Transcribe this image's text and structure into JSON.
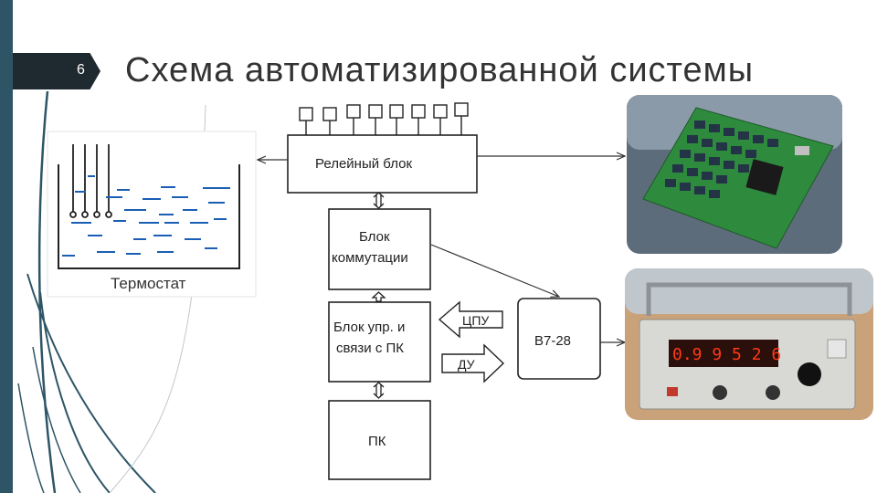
{
  "slide": {
    "number": "6",
    "title": "Схема автоматизированной системы"
  },
  "blocks": {
    "relay": "Релейный блок",
    "commutation_line1": "Блок",
    "commutation_line2": "коммутации",
    "control_line1": "Блок упр. и",
    "control_line2": "связи с ПК",
    "pc": "ПК",
    "meter": "В7-28"
  },
  "arrows": {
    "cpu": "ЦПУ",
    "du": "ДУ"
  },
  "thermostat": {
    "label": "Термостат"
  },
  "device_display": {
    "reading": "0.9 9 5 2 6"
  },
  "colors": {
    "accent": "#2e5566",
    "dark": "#1f2a30",
    "relay_board": "#2e8b3e",
    "display": "#ff3a1a"
  }
}
